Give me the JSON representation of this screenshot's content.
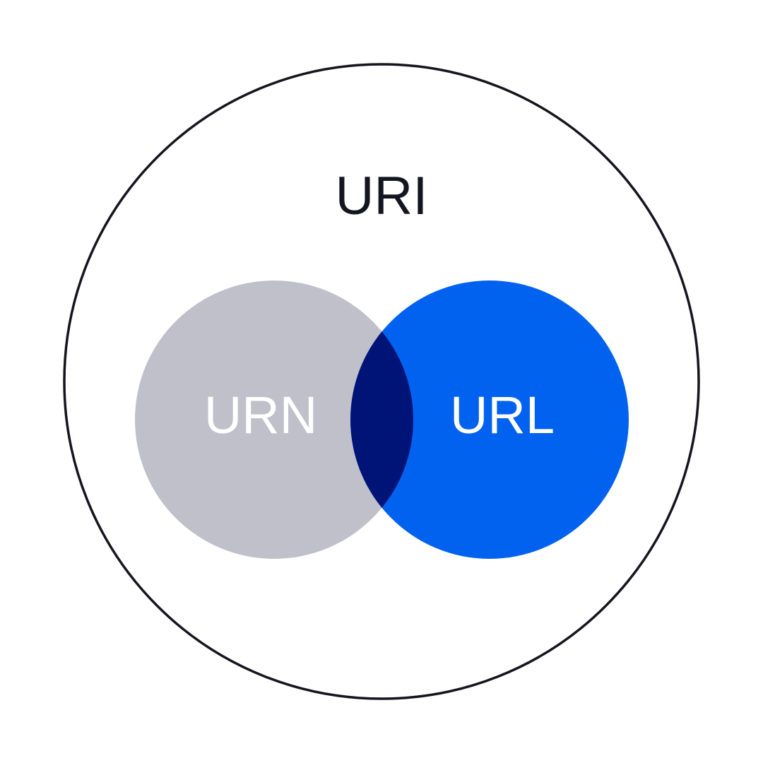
{
  "diagram": {
    "outer": {
      "label": "URI",
      "stroke_color": "#15151f",
      "label_color": "#15151f"
    },
    "left": {
      "label": "URN",
      "fill_color": "#c0c0cb",
      "label_color": "#ffffff"
    },
    "right": {
      "label": "URL",
      "fill_color": "#0262f0",
      "label_color": "#ffffff"
    },
    "overlap": {
      "fill_color": "#001478"
    }
  }
}
